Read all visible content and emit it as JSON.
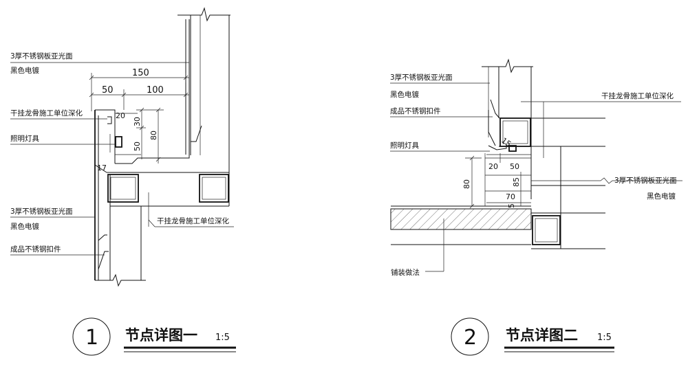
{
  "detail1": {
    "label_plate_top_1": "3厚不锈钢板亚光面",
    "label_plate_top_2": "黑色电镀",
    "label_keel": "干挂龙骨施工单位深化",
    "label_light": "照明灯具",
    "label_plate_bottom_1": "3厚不锈钢板亚光面",
    "label_plate_bottom_2": "黑色电镀",
    "label_clip": "成品不锈钢扣件",
    "label_keel_right": "干挂龙骨施工单位深化",
    "dim_150": "150",
    "dim_50": "50",
    "dim_100": "100",
    "dim_20": "20",
    "dim_30": "30",
    "dim_80": "80",
    "dim_50v": "50",
    "dim_17": "17",
    "circle_number": "1",
    "title": "节点详图一",
    "scale": "1:5"
  },
  "detail2": {
    "label_plate_1": "3厚不锈钢板亚光面",
    "label_plate_2": "黑色电镀",
    "label_clip": "成品不锈钢扣件",
    "label_light": "照明灯具",
    "label_keel": "干挂龙骨施工单位深化",
    "label_plate_right_1": "3厚不锈钢板亚光面",
    "label_plate_right_2": "黑色电镀",
    "label_paving": "铺装做法",
    "dim_80": "80",
    "dim_20": "20",
    "dim_50": "50",
    "dim_85": "85",
    "dim_70": "70",
    "dim_5": "5",
    "dim_15": "15",
    "circle_number": "2",
    "title": "节点详图二",
    "scale": "1:5"
  }
}
